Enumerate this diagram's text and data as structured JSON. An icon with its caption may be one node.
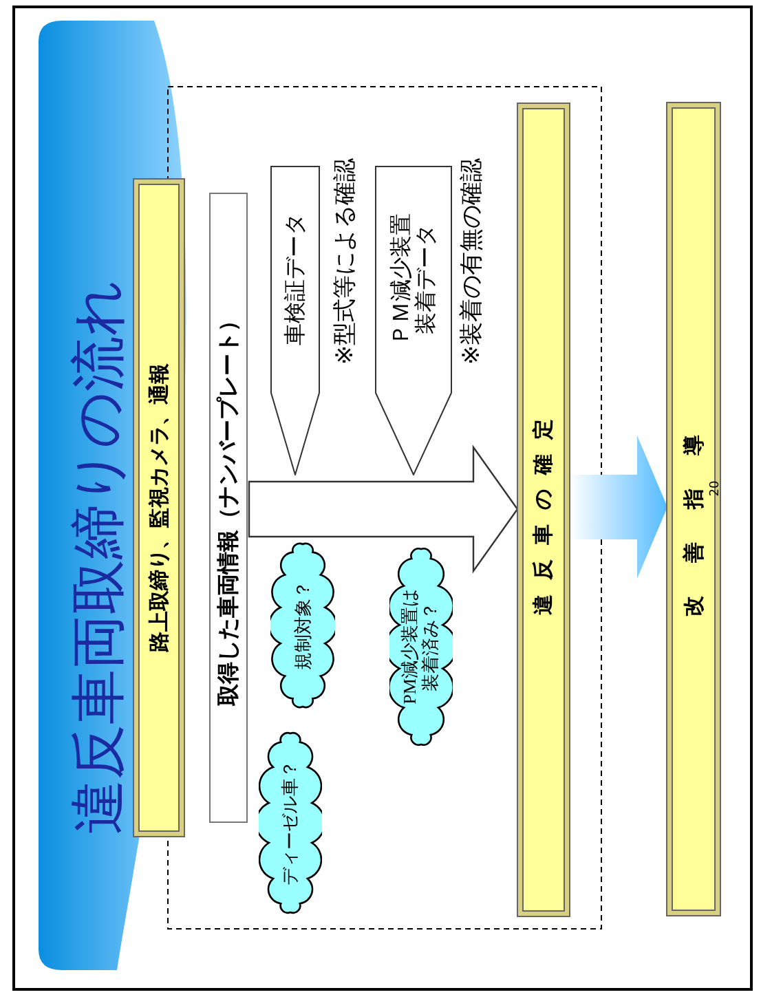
{
  "diagram": {
    "title": "違反車両取締りの流れ",
    "nodes": [
      {
        "text": [
          "路上取締り、監視カメラ、通報"
        ]
      },
      {
        "text": [
          "取得した車両情報（ナンバープレート）"
        ]
      },
      {
        "text": [
          "車検証データ"
        ]
      },
      {
        "text": [
          "ＰＭ減少装置装着データ"
        ]
      },
      {
        "text": [
          "ディーゼル車？"
        ]
      },
      {
        "text": [
          "規制対象？"
        ]
      },
      {
        "text": [
          "PM減少装置は装着済み？"
        ]
      },
      {
        "text": [
          "違反車の確定"
        ]
      },
      {
        "text": [
          "改善指導"
        ]
      }
    ],
    "edges": [
      {
        "from": 1,
        "to": 7,
        "arrow": "to",
        "style": "thick"
      },
      {
        "from": 7,
        "to": 8,
        "arrow": "to",
        "color": "#55bbff"
      }
    ],
    "labels": [
      "※型式等による確認",
      "※装着の有無の確認",
      "20"
    ]
  }
}
